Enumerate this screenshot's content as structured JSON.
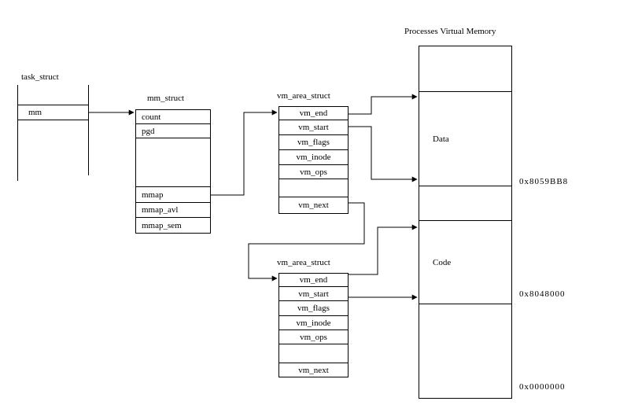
{
  "diagram": {
    "background": "#ffffff",
    "line_color": "#000000",
    "task_struct": {
      "title": "task_struct",
      "mm_field": "mm"
    },
    "mm_struct": {
      "title": "mm_struct",
      "fields": [
        "count",
        "pgd",
        "",
        "mmap",
        "mmap_avl",
        "mmap_sem"
      ]
    },
    "vm_area_struct_top": {
      "title": "vm_area_struct",
      "fields": [
        "vm_end",
        "vm_start",
        "vm_flags",
        "vm_inode",
        "vm_ops",
        "",
        "vm_next"
      ]
    },
    "vm_area_struct_bottom": {
      "title": "vm_area_struct",
      "fields": [
        "vm_end",
        "vm_start",
        "vm_flags",
        "vm_inode",
        "vm_ops",
        "",
        "vm_next"
      ]
    },
    "memory_map": {
      "title": "Processes Virtual Memory",
      "data_segment_label": "Data",
      "code_segment_label": "Code",
      "addresses": {
        "data_bottom": "0x8059BB8",
        "code_bottom": "0x8048000",
        "memory_bottom": "0x0000000"
      }
    }
  }
}
